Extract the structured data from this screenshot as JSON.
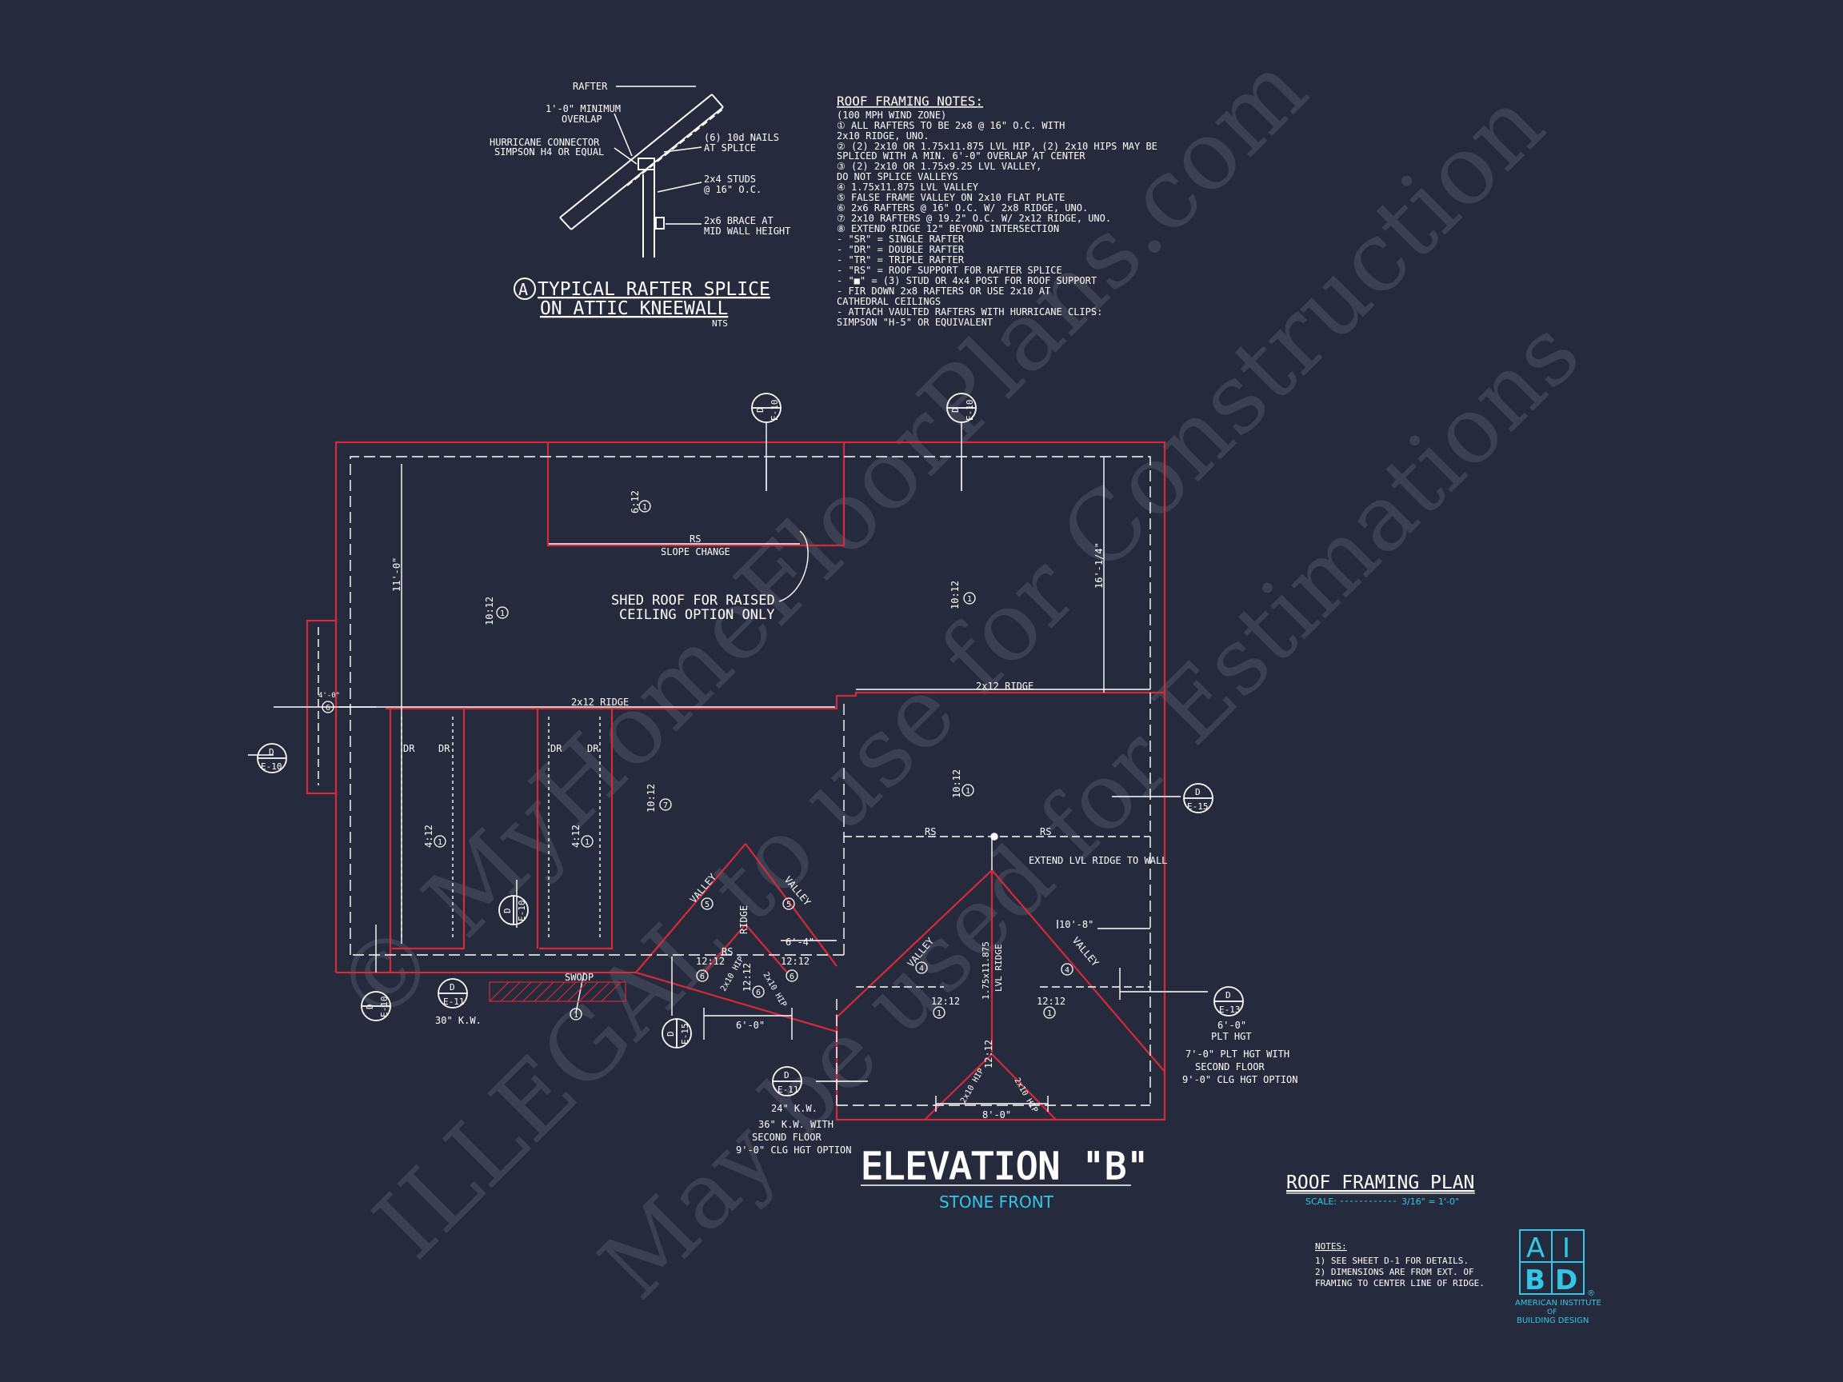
{
  "watermark": {
    "line1": "© MyHomeFloorPlans.com",
    "line2": "ILLEGAL to use for Construction",
    "line3": "May be used for Estimations"
  },
  "detail": {
    "marker": "A",
    "title_line1": "TYPICAL RAFTER SPLICE",
    "title_line2": "ON ATTIC KNEEWALL",
    "scale": "NTS",
    "labels": {
      "rafter": "RAFTER",
      "overlap1": "1'-0\" MINIMUM",
      "overlap2": "OVERLAP",
      "hurricane1": "HURRICANE CONNECTOR",
      "hurricane2": "SIMPSON H4 OR EQUAL",
      "nails1": "(6) 10d NAILS",
      "nails2": "AT SPLICE",
      "studs1": "2x4 STUDS",
      "studs2": "@ 16\" O.C.",
      "brace1": "2x6 BRACE AT",
      "brace2": "MID WALL HEIGHT"
    }
  },
  "notes": {
    "title": "ROOF FRAMING NOTES:",
    "lines": [
      "(100 MPH WIND ZONE)",
      "① ALL RAFTERS TO BE 2x8 @ 16\" O.C. WITH",
      "   2x10 RIDGE, UNO.",
      "② (2) 2x10 OR 1.75x11.875 LVL HIP, (2) 2x10 HIPS MAY BE",
      "   SPLICED WITH A MIN. 6'-0\" OVERLAP AT CENTER",
      "③ (2) 2x10 OR 1.75x9.25 LVL VALLEY,",
      "   DO NOT SPLICE VALLEYS",
      "④ 1.75x11.875 LVL VALLEY",
      "⑤ FALSE FRAME VALLEY ON 2x10 FLAT PLATE",
      "⑥ 2x6 RAFTERS @ 16\" O.C. W/ 2x8 RIDGE, UNO.",
      "⑦ 2x10 RAFTERS @ 19.2\" O.C. W/ 2x12 RIDGE, UNO.",
      "⑧ EXTEND RIDGE 12\" BEYOND INTERSECTION",
      "-  \"SR\" = SINGLE RAFTER",
      "-  \"DR\" = DOUBLE RAFTER",
      "-  \"TR\" = TRIPLE RAFTER",
      "-  \"RS\" = ROOF SUPPORT FOR RAFTER SPLICE",
      "-  \"■\" = (3) STUD OR 4x4 POST FOR ROOF SUPPORT",
      "-  FIR DOWN 2x8 RAFTERS OR USE 2x10 AT",
      "   CATHEDRAL CEILINGS",
      "-  ATTACH VAULTED RAFTERS WITH HURRICANE CLIPS:",
      "   SIMPSON \"H-5\" OR EQUIVALENT"
    ]
  },
  "plan": {
    "shed_line1": "SHED ROOF FOR RAISED",
    "shed_line2": "CEILING OPTION ONLY",
    "rs": "RS",
    "slope_change": "SLOPE CHANGE",
    "ridge_2x12": "2x12 RIDGE",
    "dr": "DR",
    "valley": "VALLEY",
    "ridge": "RIDGE",
    "swoop": "SWOOP",
    "extend_lvl": "EXTEND LVL RIDGE TO WALL",
    "lvl_ridge1": "1.75x11.875",
    "lvl_ridge2": "LVL RIDGE",
    "hip": "2x10 HIP",
    "pitch_6_12": "6:12",
    "pitch_10_12": "10:12",
    "pitch_12_12": "12:12",
    "pitch_4_12": "4:12",
    "dim_11_0": "11'-0\"",
    "dim_16_1_4": "16'-1/4\"",
    "dim_10_8": "10'-8\"",
    "dim_6_4": "6'-4\"",
    "dim_6_0": "6'-0\"",
    "dim_8_0": "8'-0\"",
    "dim_4_0": "4'-0\"",
    "note1": "1",
    "note4": "4",
    "note5": "5",
    "note6": "6",
    "note7": "7",
    "kw30": "30\" K.W.",
    "kw24": "24\" K.W.",
    "kw36_1": "36\" K.W. WITH",
    "kw36_2": "SECOND FLOOR",
    "kw36_3": "9'-0\" CLG HGT OPTION",
    "plt_6": "6'-0\"",
    "plt_hgt": "PLT HGT",
    "plt7_1": "7'-0\" PLT HGT WITH",
    "plt7_2": "SECOND FLOOR",
    "plt7_3": "9'-0\" CLG HGT OPTION",
    "tag_d": "D",
    "tag_e10": "E-10",
    "tag_e11": "E-11",
    "tag_e13": "E-13",
    "tag_e15": "E-15"
  },
  "elevation": {
    "title": "ELEVATION \"B\"",
    "subtitle": "STONE FRONT"
  },
  "sheet": {
    "title": "ROOF FRAMING PLAN",
    "scale_label": "SCALE:",
    "scale_value": "3/16\" = 1'-0\"",
    "notes_title": "NOTES:",
    "note1": "1)  SEE SHEET D-1 FOR DETAILS.",
    "note2a": "2)  DIMENSIONS ARE FROM EXT. OF",
    "note2b": "     FRAMING TO CENTER LINE OF RIDGE."
  },
  "logo": {
    "a": "A",
    "i": "I",
    "b": "B",
    "d": "D",
    "line1": "AMERICAN INSTITUTE",
    "line2": "OF",
    "line3": "BUILDING DESIGN",
    "reg": "®"
  }
}
